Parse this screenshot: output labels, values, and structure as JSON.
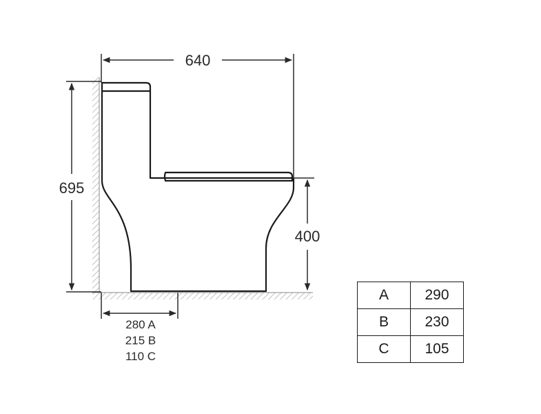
{
  "dimensions": {
    "width": "640",
    "height": "695",
    "seat_height": "400",
    "rough_in": [
      "280 A",
      "215 B",
      "110 C"
    ]
  },
  "table": {
    "rows": [
      {
        "key": "A",
        "value": "290"
      },
      {
        "key": "B",
        "value": "230"
      },
      {
        "key": "C",
        "value": "105"
      }
    ]
  }
}
